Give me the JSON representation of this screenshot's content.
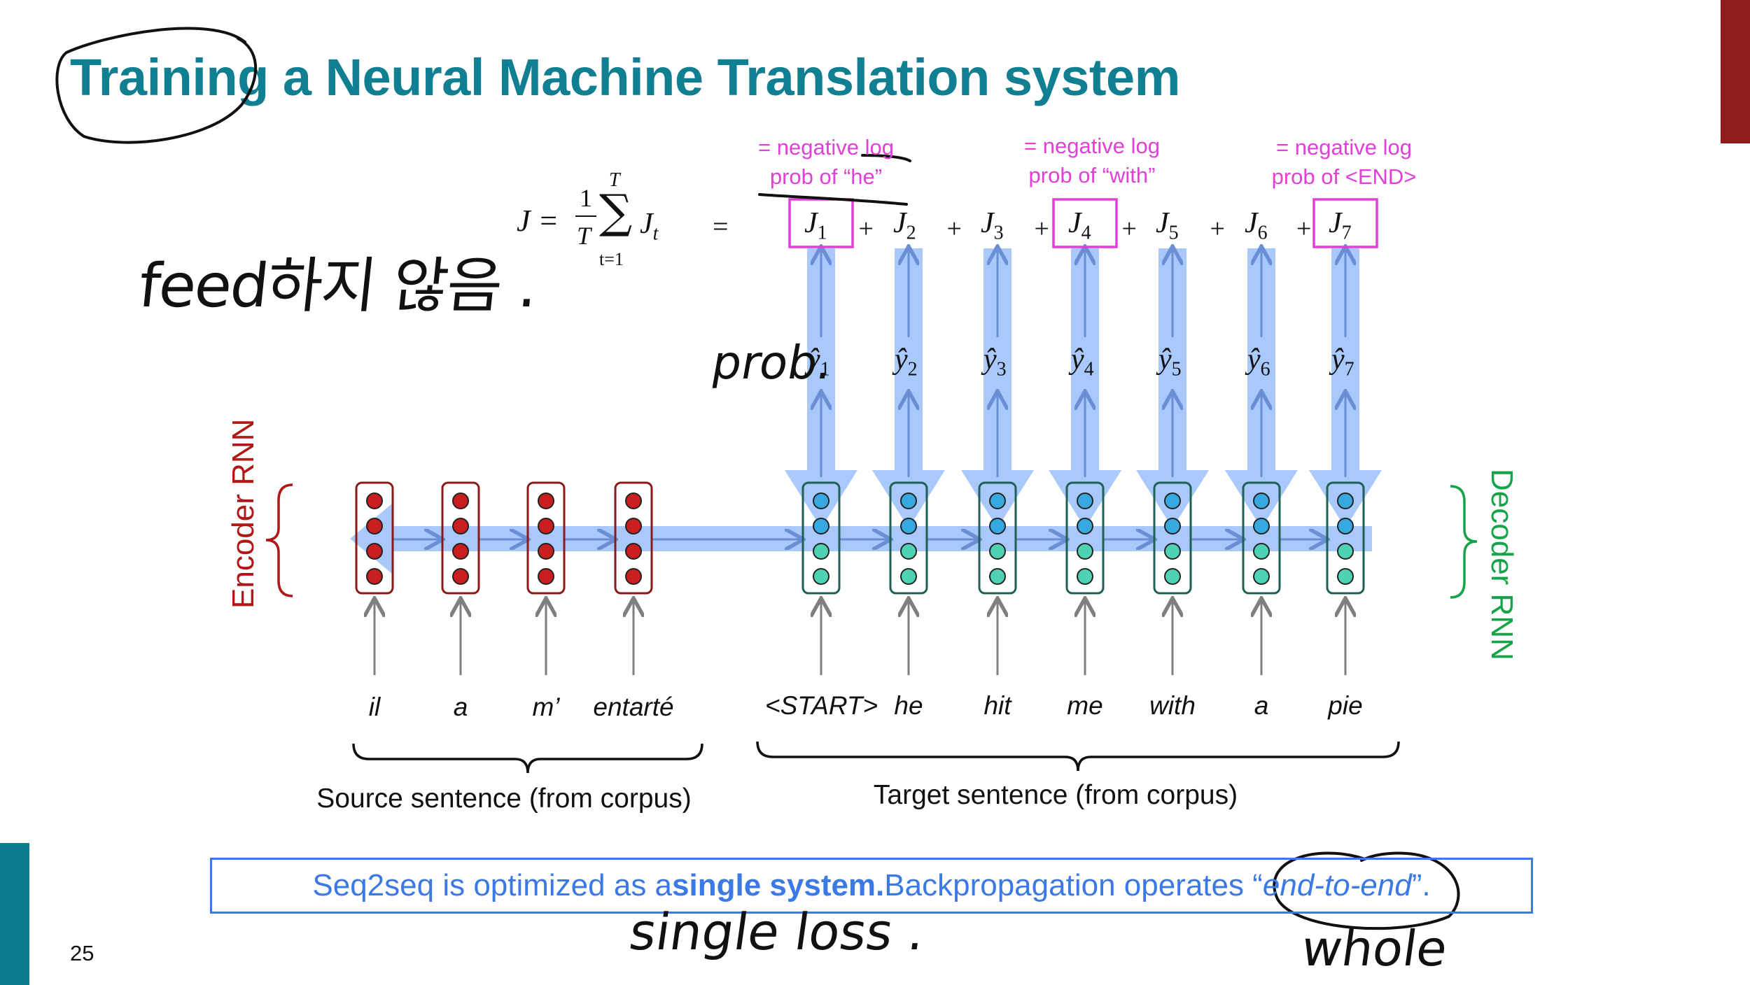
{
  "title": "Training a Neural Machine Translation system",
  "loss_formula": {
    "lhs": "J =",
    "numerator": "1",
    "denominator": "T",
    "sum_upper": "T",
    "sum_lower": "t=1",
    "summand": "J",
    "summand_sub": "t",
    "equals": "=",
    "terms": [
      {
        "symbol": "J",
        "sub": "1",
        "boxed": true
      },
      {
        "symbol": "J",
        "sub": "2",
        "boxed": false
      },
      {
        "symbol": "J",
        "sub": "3",
        "boxed": false
      },
      {
        "symbol": "J",
        "sub": "4",
        "boxed": true
      },
      {
        "symbol": "J",
        "sub": "5",
        "boxed": false
      },
      {
        "symbol": "J",
        "sub": "6",
        "boxed": false
      },
      {
        "symbol": "J",
        "sub": "7",
        "boxed": true
      }
    ],
    "plus": "+"
  },
  "annotations": [
    {
      "line1": "= negative log",
      "line2": "prob of “he”"
    },
    {
      "line1": "= negative log",
      "line2": "prob of “with”"
    },
    {
      "line1": "= negative log",
      "line2": "prob of <END>"
    }
  ],
  "outputs": [
    {
      "symbol": "ŷ",
      "sub": "1"
    },
    {
      "symbol": "ŷ",
      "sub": "2"
    },
    {
      "symbol": "ŷ",
      "sub": "3"
    },
    {
      "symbol": "ŷ",
      "sub": "4"
    },
    {
      "symbol": "ŷ",
      "sub": "5"
    },
    {
      "symbol": "ŷ",
      "sub": "6"
    },
    {
      "symbol": "ŷ",
      "sub": "7"
    }
  ],
  "encoder_label": "Encoder RNN",
  "decoder_label": "Decoder RNN",
  "source_words": [
    "il",
    "a",
    "m’",
    "entarté"
  ],
  "target_words": [
    "<START>",
    "he",
    "hit",
    "me",
    "with",
    "a",
    "pie"
  ],
  "source_caption": "Source sentence (from corpus)",
  "target_caption": "Target sentence (from corpus)",
  "summary": {
    "part1": "Seq2seq is optimized as a ",
    "bold": "single system.",
    "part2": " Backpropagation operates “",
    "italic": "end-to-end",
    "part3": "”."
  },
  "page_number": "25",
  "handwritten_notes": [
    "feed하지 않음 .",
    "prob.",
    "single loss .",
    "whole"
  ],
  "colors": {
    "title": "#107f91",
    "annotation": "#e23fd8",
    "encoder": "#b01717",
    "decoder": "#17a34a",
    "arrow_band": "#a9c8fb",
    "summary": "#3b79e6"
  }
}
